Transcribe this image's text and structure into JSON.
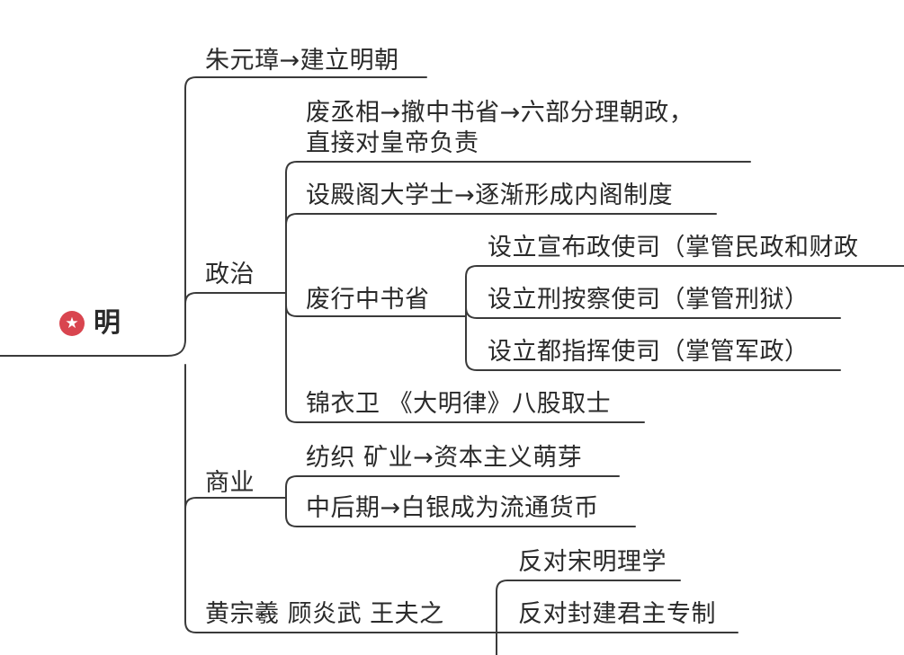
{
  "root": {
    "label": "明",
    "icon": "star-badge-icon",
    "accent_color": "#d9454f"
  },
  "nodes": {
    "zhuyuanzhang": "朱元璋→建立明朝",
    "politics": "政治",
    "feichengxiang_1": "废丞相→撤中书省→六部分理朝政，",
    "feichengxiang_2": "直接对皇帝负责",
    "dianyedaxueshi": "设殿阁大学士→逐渐形成内阁制度",
    "feixingzhongshusheng": "废行中书省",
    "xuanbuzhengshisi": "设立宣布政使司（掌管民政和财政",
    "tixingancha": "设立刑按察使司（掌管刑狱）",
    "duzhihuishisi": "设立都指挥使司（掌管军政）",
    "jinyiwei": "锦衣卫 《大明律》八股取士",
    "commerce": "商业",
    "fangzhi": "纺织 矿业→资本主义萌芽",
    "baiyin": "中后期→白银成为流通货币",
    "thinkers": "黄宗羲 顾炎武 王夫之",
    "fandui_songming": "反对宋明理学",
    "fandui_junzhu": "反对封建君主专制"
  },
  "style": {
    "line_color": "#3a3a3a",
    "text_color": "#2a2a2a"
  }
}
